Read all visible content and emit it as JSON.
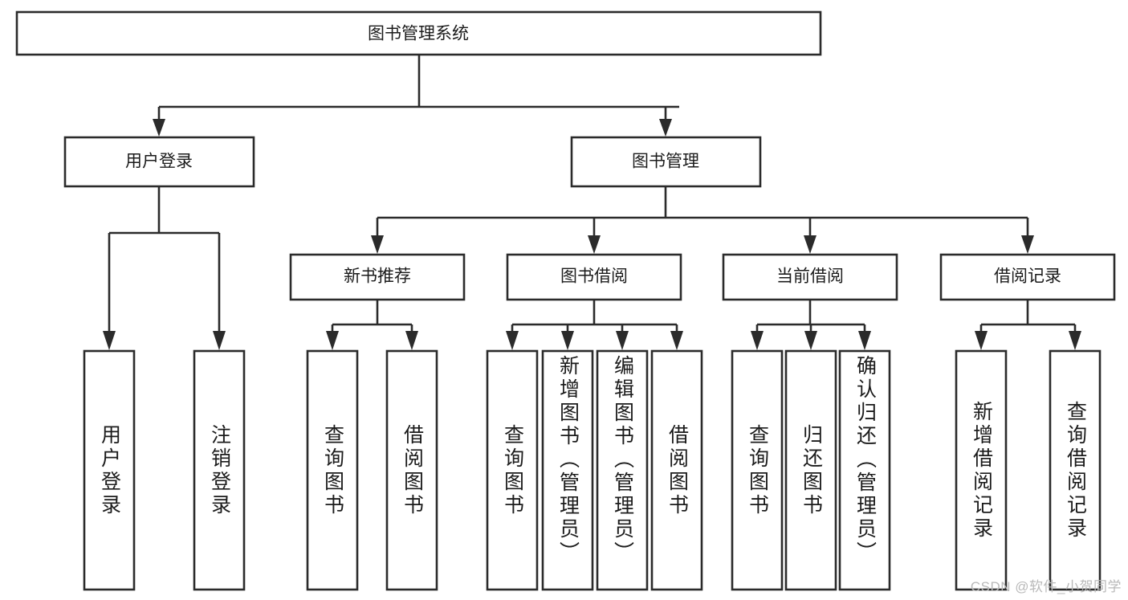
{
  "diagram": {
    "type": "hierarchy-tree",
    "title": "图书管理系统",
    "watermark": "CSDN @软件_小贺同学",
    "colors": {
      "stroke": "#2b2b2b",
      "fill": "#ffffff",
      "text": "#1b1b1b",
      "watermark": "#b9b9b9"
    },
    "levels": {
      "root": {
        "label": "图书管理系统"
      },
      "level2": [
        {
          "label": "用户登录"
        },
        {
          "label": "图书管理"
        }
      ],
      "level3": [
        {
          "label": "新书推荐"
        },
        {
          "label": "图书借阅"
        },
        {
          "label": "当前借阅"
        },
        {
          "label": "借阅记录"
        }
      ],
      "leaves": {
        "user_login": [
          {
            "label": "用户登录"
          },
          {
            "label": "注销登录"
          }
        ],
        "new_book_recommend": [
          {
            "label": "查询图书"
          },
          {
            "label": "借阅图书"
          }
        ],
        "book_borrow": [
          {
            "label": "查询图书"
          },
          {
            "label": "新增图书（管理员）"
          },
          {
            "label": "编辑图书（管理员）"
          },
          {
            "label": "借阅图书"
          }
        ],
        "current_borrow": [
          {
            "label": "查询图书"
          },
          {
            "label": "归还图书"
          },
          {
            "label": "确认归还（管理员）"
          }
        ],
        "borrow_records": [
          {
            "label": "新增借阅记录"
          },
          {
            "label": "查询借阅记录"
          }
        ]
      }
    }
  }
}
